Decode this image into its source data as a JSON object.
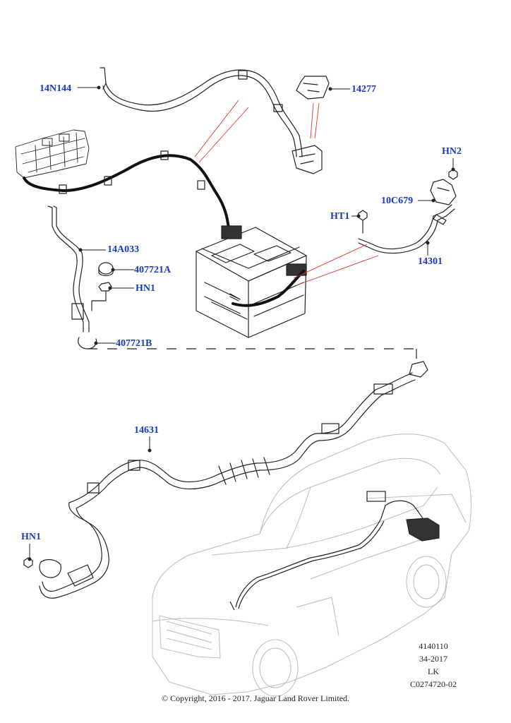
{
  "callouts": {
    "c14N144": "14N144",
    "c14277": "14277",
    "cHN2": "HN2",
    "c10C679": "10C679",
    "cHT1": "HT1",
    "c14A033": "14A033",
    "c407721A": "407721A",
    "cHN1a": "HN1",
    "c14301": "14301",
    "c407721B": "407721B",
    "c14631": "14631",
    "cHN1b": "HN1"
  },
  "info": {
    "line1": "4140110",
    "line2": "34-2017",
    "line3": "LK",
    "line4": "C0274720-02"
  },
  "copyright": "© Copyright, 2016 - 2017. Jaguar Land Rover Limited.",
  "colors": {
    "callout": "#1a39c8",
    "line": "#222222",
    "pointer": "#e03030",
    "vehicle": "#bbbbbb"
  }
}
